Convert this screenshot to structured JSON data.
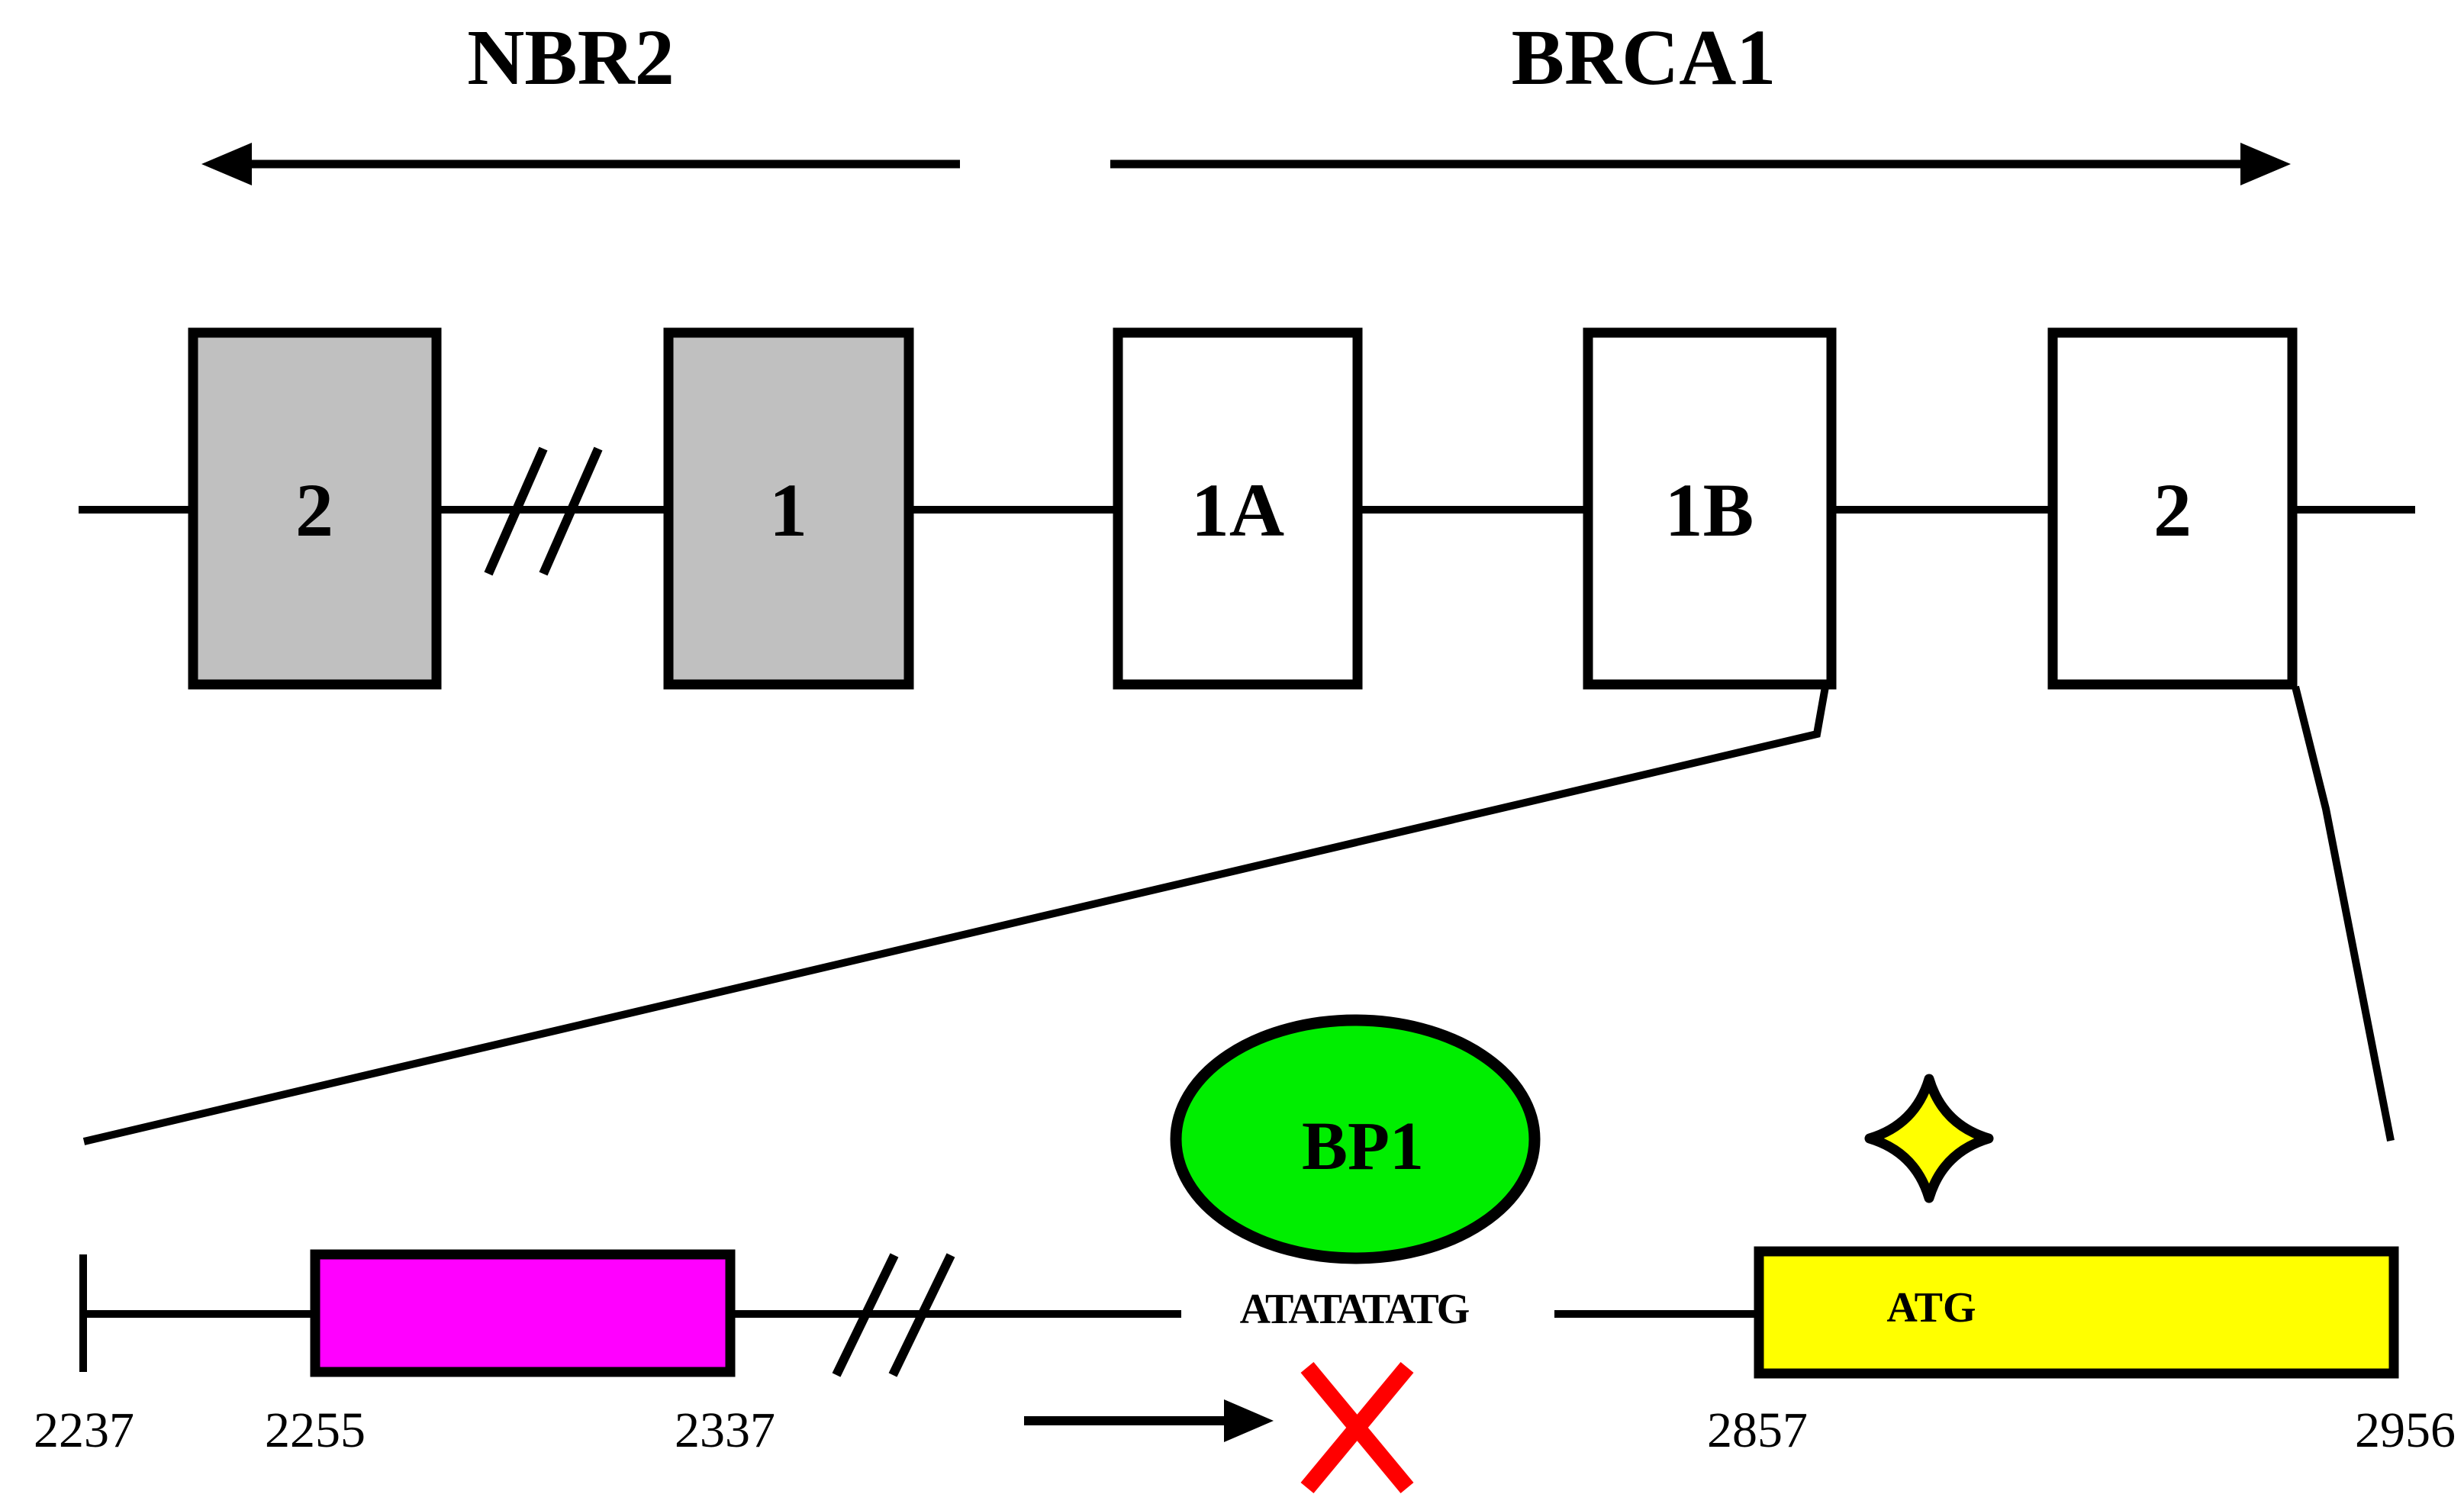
{
  "figure": {
    "genes": [
      {
        "name": "NBR2",
        "direction": "left"
      },
      {
        "name": "BRCA1",
        "direction": "right"
      }
    ],
    "exons": [
      {
        "label": "2",
        "gene": "NBR2"
      },
      {
        "label": "1",
        "gene": "NBR2"
      },
      {
        "label": "1A",
        "gene": "BRCA1"
      },
      {
        "label": "1B",
        "gene": "BRCA1"
      },
      {
        "label": "2",
        "gene": "BRCA1"
      }
    ],
    "zoom": {
      "positions": [
        "2237",
        "2255",
        "2337",
        "2857",
        "2956"
      ],
      "sequence": "ATATATATG",
      "start_codon": "ATG",
      "protein": "BP1"
    },
    "colors": {
      "nbr2_exon": "#c0c0c0",
      "brca1_exon": "#ffffff",
      "magenta_box": "#ff00ff",
      "yellow_box": "#ffff00",
      "green_ellipse": "#00ee00",
      "star": "#ffff00",
      "cross": "#ff0000",
      "line": "#000000"
    }
  }
}
